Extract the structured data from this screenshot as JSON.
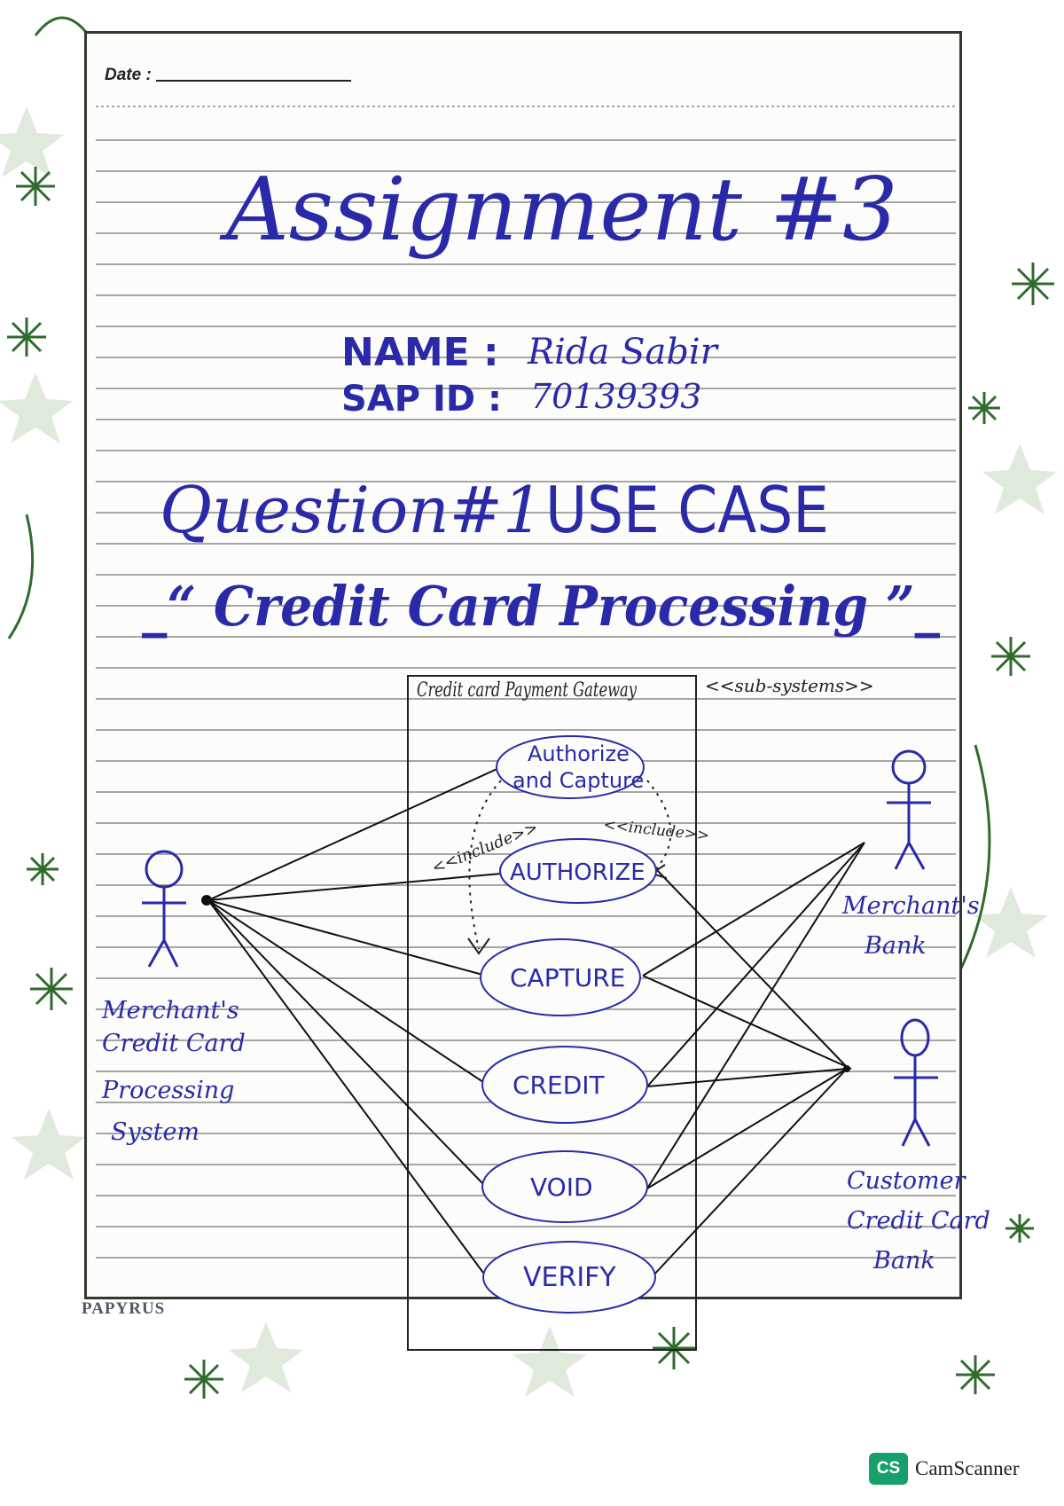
{
  "header": {
    "date_label": "Date :"
  },
  "title": "Assignment #3",
  "student": {
    "name_label": "NAME :",
    "name_value": "Rida Sabir",
    "sap_label": "SAP ID :",
    "sap_value": "70139393"
  },
  "question": {
    "heading": "Question#1",
    "type": "USE CASE",
    "subject": "_“ Credit Card Processing ”_"
  },
  "diagram": {
    "system_boundary": "Credit card Payment Gateway",
    "stereotype": "<<sub-systems>>",
    "use_cases": [
      "Authorize and Capture",
      "AUTHORIZE",
      "CAPTURE",
      "CREDIT",
      "VOID",
      "VERIFY"
    ],
    "include_label": "<<include>>",
    "actors": {
      "primary": [
        "Merchant's",
        "Credit Card",
        "Processing",
        "System"
      ],
      "bank_merchant": [
        "Merchant's",
        "Bank"
      ],
      "bank_customer": [
        "Customer",
        "Credit Card",
        "Bank"
      ]
    }
  },
  "footer": {
    "brand": "PAPYRUS",
    "scanner_badge": "CS",
    "scanner_name": "CamScanner"
  },
  "colors": {
    "ink": "#2a2aa8",
    "border_green": "#3f7f3a",
    "pen": "#222222"
  }
}
